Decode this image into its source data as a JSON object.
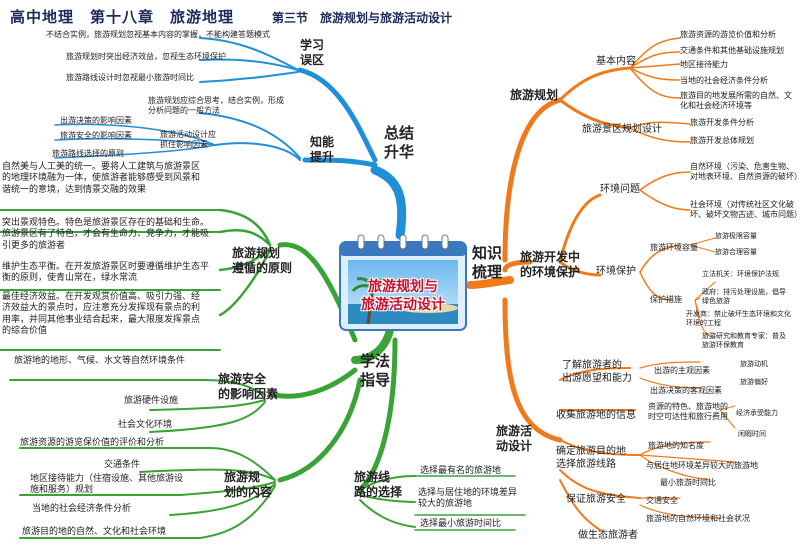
{
  "header": {
    "title": "高中地理　第十八章　旅游地理",
    "section": "第三节　旅游规划与旅游活动设计"
  },
  "center": {
    "line1": "旅游规划与",
    "line2": "旅游活动设计"
  },
  "mains": {
    "zongjie": "总结\n升华",
    "zhishi": "知识\n梳理",
    "xuefa": "学法\n指导"
  },
  "zongjie": {
    "xuexi": "学习\n误区",
    "xuexi_items": [
      "不结合实例，旅游规划忽视基本内容的掌握，不能构建答题模式",
      "旅游规划时突出经济效益，忽视生态环境保护",
      "旅游路线设计时忽视最小旅游时间比"
    ],
    "zhishi": "知能\n提升",
    "zhishi_items": [
      "旅游规划应综合思考，结合实例，形成分析问题的一般方法",
      "旅游活动设计应抓住影响因素",
      "出游决策的影响因素",
      "旅游安全的影响因素",
      "旅游路线选择的原则"
    ]
  },
  "zhishi": {
    "guihua": "旅游规划",
    "jiben": "基本内容",
    "jiben_items": [
      "旅游资源的游览价值和分析",
      "交通条件和其他基础设施规划",
      "地区接待能力",
      "当地的社会经济条件分析",
      "旅游目的地发展所需的自然、文化和社会经济环境等"
    ],
    "jingqu": "旅游景区规划设计",
    "jingqu_items": [
      "旅游开发条件分析",
      "旅游开发总体规划"
    ],
    "huanjing": "旅游开发中\n的环境保护",
    "wenti": "环境问题",
    "wenti_items": [
      "自然环境（污染、危害生物、对地表环境、自然资源的破坏）",
      "社会环境（对传统社区文化破坏、破坏文物古迹、城市问题）"
    ],
    "baohu": "环境保护",
    "rongliang": "旅游环境容量",
    "rongliang_items": [
      "旅游极限容量",
      "旅游合理容量"
    ],
    "cuoshi": "保护措施",
    "cuoshi_items": [
      "立法机关：环境保护法规",
      "政府：排污处理设施，倡导绿色旅游",
      "开发商：禁止破坏生态环境和文化环境的工程",
      "旅游研究和教育专家：普及旅游环保教育"
    ],
    "huodong": "旅游活\n动设计",
    "yuanwang": "了解旅游者的\n出游愿望和能力",
    "yuanwang_items": [
      "出游的主观因素",
      "出游决策的客观因素"
    ],
    "yuanwang_sub": [
      "旅游动机",
      "旅游偏好"
    ],
    "xinxi": "收集旅游地的信息",
    "xinxi_text": "资源的特色、旅游地的时空可达性和旅行费用",
    "xinxi_sub": [
      "经济承受能力",
      "闲暇时间"
    ],
    "mudi": "确定旅游目的地\n选择旅游线路",
    "mudi_items": [
      "旅游地的知名度",
      "与居住地环境差异较大的旅游地",
      "最小旅游时间比"
    ],
    "anquan": "保证旅游安全",
    "anquan_items": [
      "交通安全",
      "旅游地的自然环境和社会状况"
    ],
    "shengtai": "做生态旅游者"
  },
  "xuefa": {
    "yuanze": "旅游规划\n遵循的原则",
    "yuanze_items": [
      "自然美与人工美的统一。要将人工建筑与旅游景区的地理环境融为一体，使旅游者能够感受到风景和谐统一的意境，达到情景交融的效果",
      "突出景观特色。特色是旅游景区存在的基础和生命。旅游景区有了特色，才会有生命力、竞争力，才能吸引更多的旅游者",
      "维护生态平衡。在开发旅游景区时要遵循维护生态平衡的原则，使青山常在，绿水常流",
      "最佳经济效益。在开发观赏价值高、吸引力强、经济效益大的景点时，应注意充分发挥现有景点的利用率，并同其他事业结合起来，最大限度发挥景点的综合价值"
    ],
    "anquan": "旅游安全\n的影响因素",
    "anquan_items": [
      "旅游地的地形、气候、水文等自然环境条件",
      "旅游硬件设施",
      "社会文化环境"
    ],
    "neirong": "旅游规\n划的内容",
    "neirong_items": [
      "旅游资源的游览保价值的评价和分析",
      "交通条件",
      "地区接待能力（住宿设施、其他旅游设施和服务）规划",
      "当地的社会经济条件分析",
      "旅游目的地的自然、文化和社会环境"
    ],
    "luxian": "旅游线\n路的选择",
    "luxian_items": [
      "选择最有名的旅游地",
      "选择与居住地的环境差异较大的旅游地",
      "选择最小旅游时间比"
    ]
  },
  "colors": {
    "blue": "#1f8fd8",
    "orange": "#f07a1a",
    "green": "#3aa335",
    "title": "#1b2a5a",
    "centertext": "#c8102e"
  }
}
